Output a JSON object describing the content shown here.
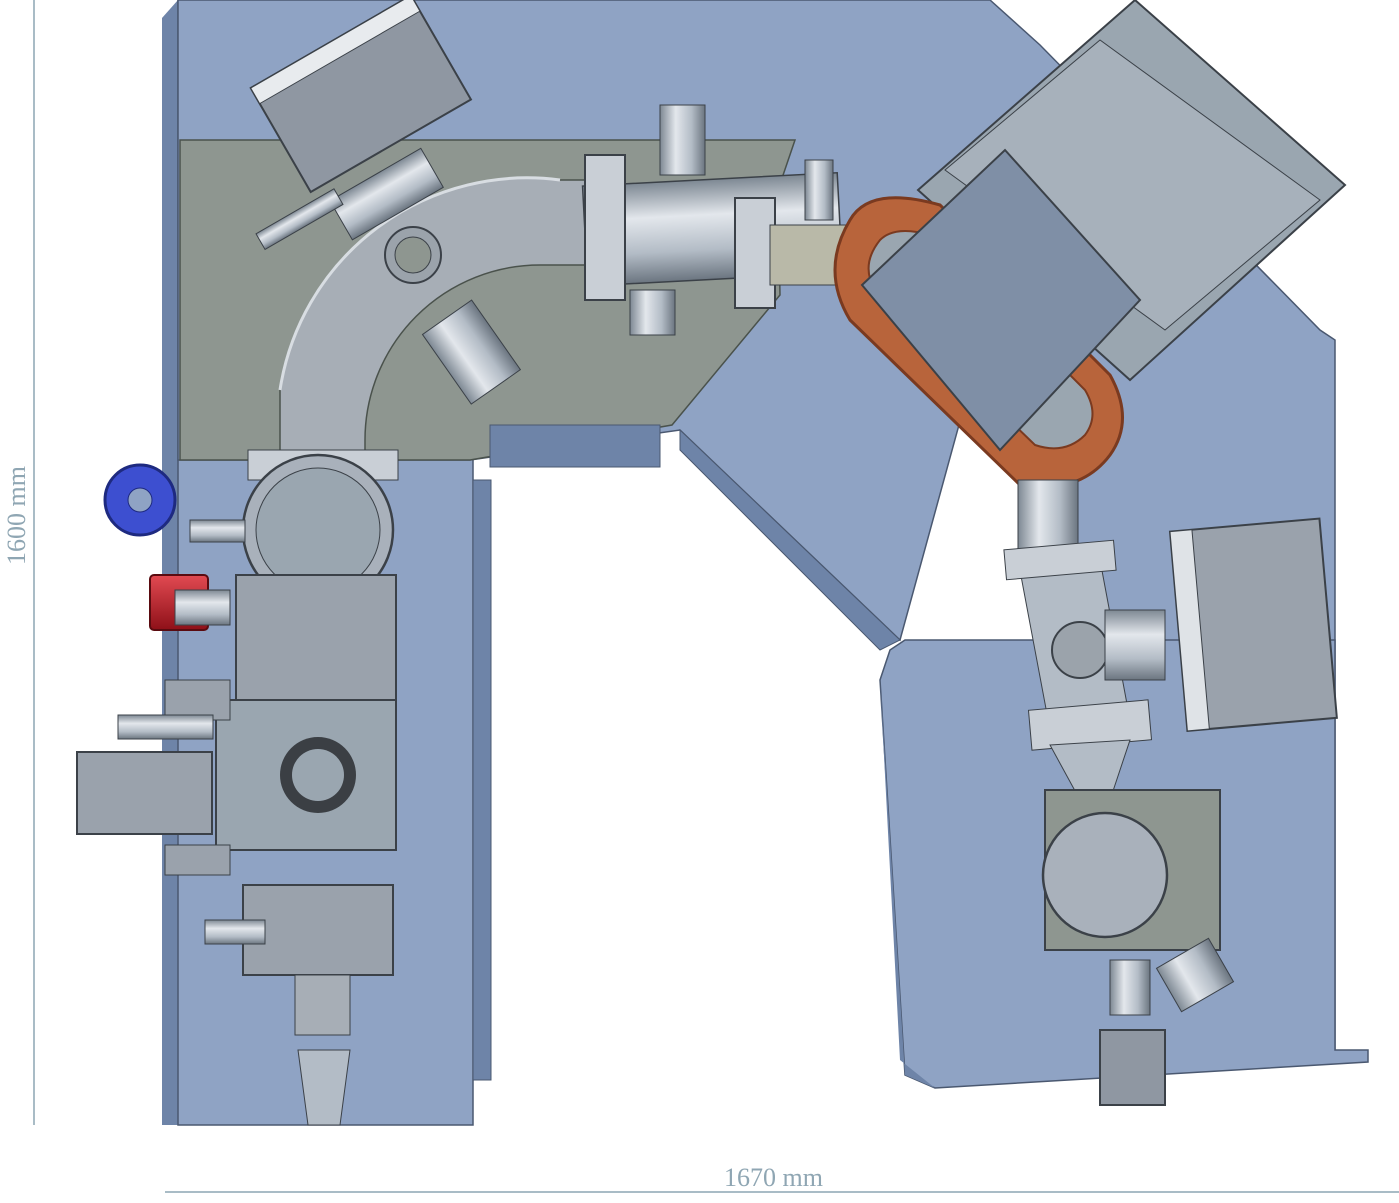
{
  "figure": {
    "dimension_width": "1670 mm",
    "dimension_height": "1600 mm"
  },
  "colors": {
    "background": "#ffffff",
    "table_blue": "#8fa3c4",
    "table_blue_dark": "#6e84a8",
    "plate_gray": "#8e9690",
    "plate_gray_dark": "#707870",
    "chamber_gray": "#9aa6b0",
    "steel_light": "#d9dde3",
    "steel_mid": "#a9b1bb",
    "steel_dark": "#5d6670",
    "magnet_coil": "#b8643b",
    "magnet_coil_dark": "#7a3a20",
    "accent_red": "#c8202a",
    "accent_blue": "#3d4fd0",
    "lamp_yellow": "#c6d23a",
    "dimension_line": "#a9bcc6"
  },
  "components": {
    "source_chamber": "main-circular-flange",
    "bending_section": "curved-beamline",
    "analyzer_magnet": "copper-coil-magnet",
    "detector_chamber": "lower-right-chamber",
    "load_lock": "left-rectangular-chamber",
    "red_valve": "red-gate-valve",
    "blue_gear": "blue-drive-gear"
  }
}
